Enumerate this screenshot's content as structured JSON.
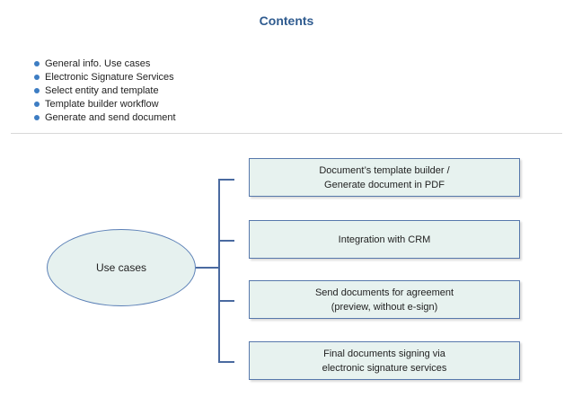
{
  "title": "Contents",
  "contents": [
    "General info. Use cases",
    "Electronic Signature Services",
    "Select entity and template",
    "Template builder workflow",
    "Generate and send document"
  ],
  "diagram": {
    "root": "Use cases",
    "items": [
      "Document’s template builder /\nGenerate document in PDF",
      "Integration with CRM",
      "Send documents for agreement\n(preview, without e-sign)",
      "Final documents signing via\nelectronic signature services"
    ]
  },
  "colors": {
    "title": "#2f5b8f",
    "bullet": "#3d7dc3",
    "box_fill": "#e7f2ef",
    "box_border": "#5778ab",
    "connector": "#4a6aa0"
  }
}
